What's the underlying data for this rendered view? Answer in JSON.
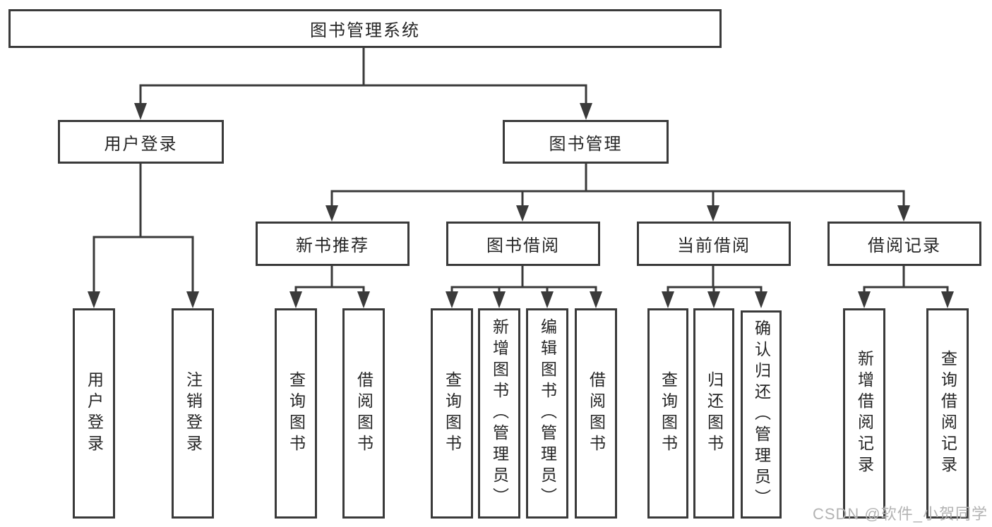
{
  "root": {
    "label": "图书管理系统"
  },
  "level2": [
    {
      "label": "用户登录"
    },
    {
      "label": "图书管理"
    }
  ],
  "level3": [
    {
      "label": "新书推荐"
    },
    {
      "label": "图书借阅"
    },
    {
      "label": "当前借阅"
    },
    {
      "label": "借阅记录"
    }
  ],
  "leaves": {
    "login": [
      "用户登录",
      "注销登录"
    ],
    "recommend": [
      "查询图书",
      "借阅图书"
    ],
    "borrow": [
      "查询图书",
      "新增图书（管理员）",
      "编辑图书（管理员）",
      "借阅图书"
    ],
    "current": [
      "查询图书",
      "归还图书",
      "确认归还（管理员）"
    ],
    "records": [
      "新增借阅记录",
      "查询借阅记录"
    ]
  },
  "watermark": "CSDN @软件_小贺同学",
  "colors": {
    "line": "#3a3a3a",
    "box_border": "#3a3a3a",
    "text": "#262626",
    "watermark": "#b3b3b3",
    "background": "#ffffff"
  }
}
